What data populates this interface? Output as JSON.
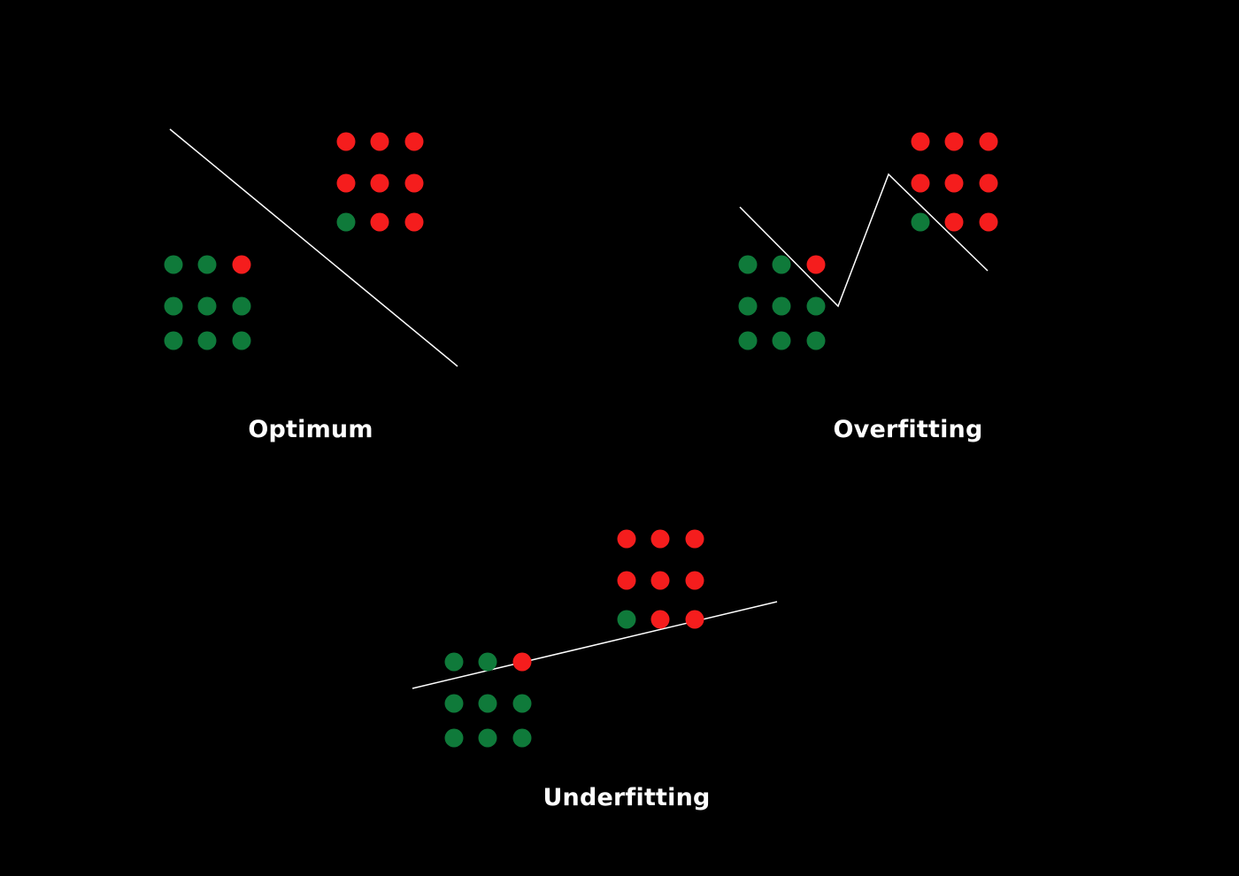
{
  "colors": {
    "background": "#000000",
    "class_a": "#0f7a3a",
    "class_b": "#f51d1d",
    "boundary": "#ffffff",
    "label": "#ffffff"
  },
  "panels": [
    {
      "id": "optimum",
      "label": "Optimum",
      "lower_cluster": [
        "class_a",
        "class_a",
        "class_b",
        "class_a",
        "class_a",
        "class_a",
        "class_a",
        "class_a",
        "class_a"
      ],
      "upper_cluster": [
        "class_b",
        "class_b",
        "class_b",
        "class_b",
        "class_b",
        "class_b",
        "class_a",
        "class_b",
        "class_b"
      ],
      "boundary_shape": "straight diagonal line"
    },
    {
      "id": "overfitting",
      "label": "Overfitting",
      "lower_cluster": [
        "class_a",
        "class_a",
        "class_b",
        "class_a",
        "class_a",
        "class_a",
        "class_a",
        "class_a",
        "class_a"
      ],
      "upper_cluster": [
        "class_b",
        "class_b",
        "class_b",
        "class_b",
        "class_b",
        "class_b",
        "class_a",
        "class_b",
        "class_b"
      ],
      "boundary_shape": "zig-zag line"
    },
    {
      "id": "underfitting",
      "label": "Underfitting",
      "lower_cluster": [
        "class_a",
        "class_a",
        "class_b",
        "class_a",
        "class_a",
        "class_a",
        "class_a",
        "class_a",
        "class_a"
      ],
      "upper_cluster": [
        "class_b",
        "class_b",
        "class_b",
        "class_b",
        "class_b",
        "class_b",
        "class_a",
        "class_b",
        "class_b"
      ],
      "boundary_shape": "shallow straight line"
    }
  ]
}
